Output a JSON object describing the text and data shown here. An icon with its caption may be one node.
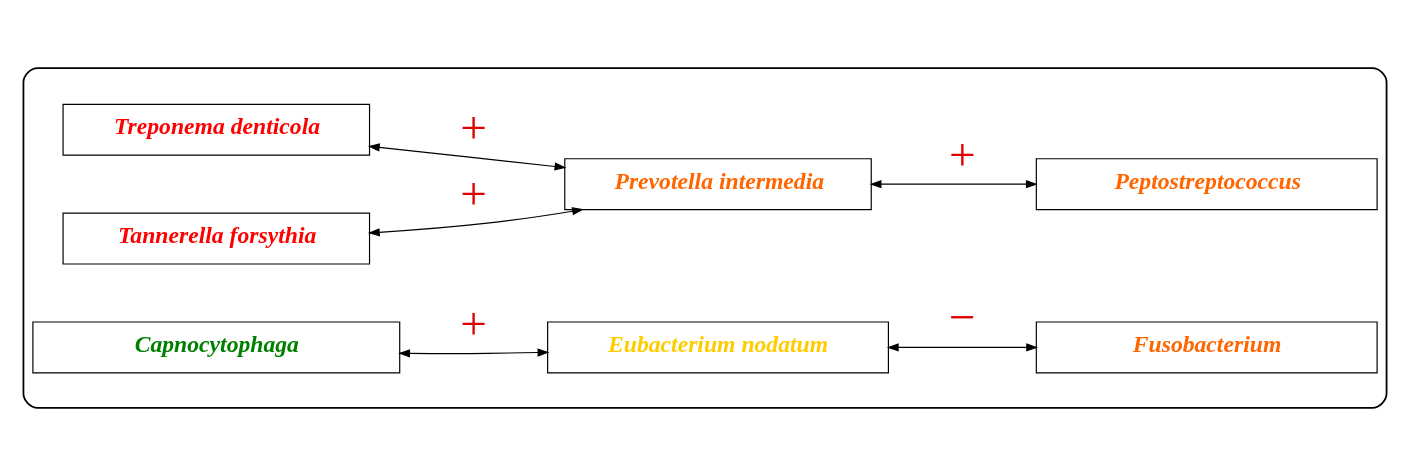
{
  "diagram": {
    "nodes": [
      {
        "text": [],
        "shape": "box"
      },
      {
        "text": [
          "Treponema denticola"
        ],
        "in": 0
      },
      {
        "text": [
          "Tannerella forsythia"
        ],
        "in": 0
      },
      {
        "text": [
          "Prevotella intermedia"
        ],
        "in": 0
      },
      {
        "text": [
          "Peptostreptococcus"
        ],
        "in": 0
      },
      {
        "text": [
          "Eubacterium nodatum"
        ],
        "in": 0
      },
      {
        "text": [
          "Capnocytophaga"
        ],
        "in": 0
      },
      {
        "text": [
          "Fusobacterium"
        ],
        "in": 0
      }
    ],
    "edges": [
      {
        "from": 1,
        "to": 3,
        "arrow": "both",
        "label": "+"
      },
      {
        "from": 2,
        "to": 3,
        "arrow": "both",
        "label": "+"
      },
      {
        "from": 3,
        "to": 4,
        "arrow": "both",
        "label": "+"
      },
      {
        "from": 6,
        "to": 5,
        "arrow": "both",
        "label": "+"
      },
      {
        "from": 5,
        "to": 7,
        "arrow": "both",
        "label": "−"
      }
    ]
  }
}
